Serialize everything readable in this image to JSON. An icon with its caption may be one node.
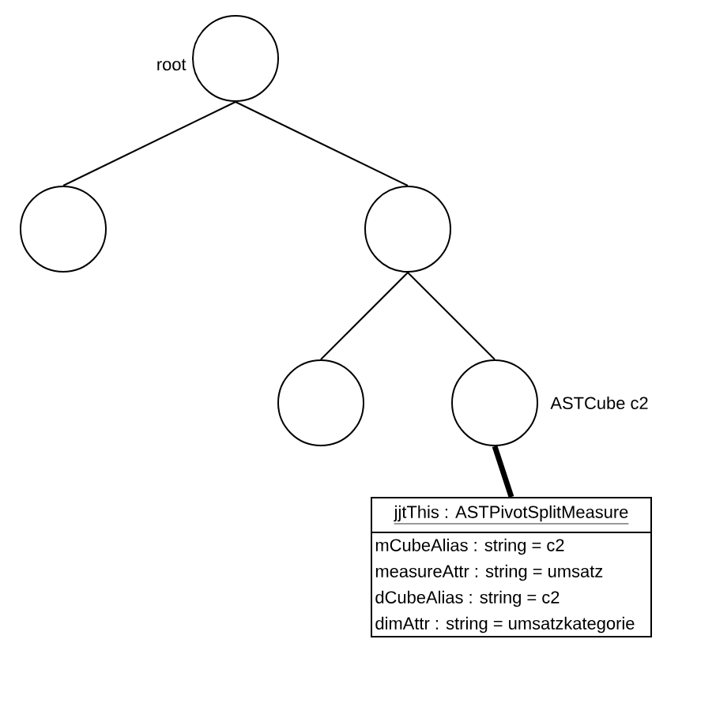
{
  "diagram": {
    "nodes": [
      {
        "text": [],
        "shape": "circle",
        "beside": [
          "root"
        ]
      },
      {
        "text": [],
        "shape": "circle"
      },
      {
        "text": [],
        "shape": "circle"
      },
      {
        "text": [],
        "shape": "circle"
      },
      {
        "text": [],
        "shape": "circle",
        "beside": [
          "ASTCube c2"
        ]
      },
      {
        "text": [
          "jjtThis : ASTPivotSplitMeasure",
          "mCubeAlias : string = c2",
          "measureAttr : string = umsatz",
          "dCubeAlias : string = c2",
          "dimAttr : string = umsatzkategorie"
        ]
      }
    ],
    "edges": [
      {
        "from": 0,
        "to": 1,
        "arrow": "none"
      },
      {
        "from": 0,
        "to": 2,
        "arrow": "none"
      },
      {
        "from": 2,
        "to": 3,
        "arrow": "none"
      },
      {
        "from": 2,
        "to": 4,
        "arrow": "none"
      },
      {
        "from": 4,
        "to": 5,
        "arrow": "none",
        "style": "thick"
      }
    ]
  }
}
